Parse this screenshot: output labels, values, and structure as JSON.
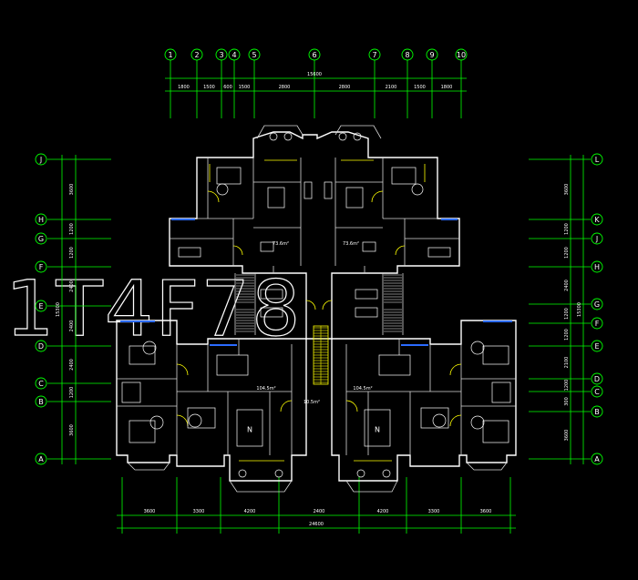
{
  "watermark": "1T4F78",
  "top_axes": {
    "labels": [
      "1",
      "2",
      "3",
      "4",
      "5",
      "6",
      "7",
      "8",
      "9",
      "10"
    ],
    "segments": [
      "1800",
      "1500",
      "600",
      "1500",
      "2800",
      "2800",
      "2100",
      "1500",
      "1800"
    ],
    "total": "15600"
  },
  "bottom_dims": {
    "segments": [
      "3600",
      "3300",
      "4200",
      "2400",
      "4200",
      "3300",
      "3600"
    ],
    "total": "24600"
  },
  "left_axes": {
    "labels": [
      "J",
      "H",
      "G",
      "F",
      "E",
      "D",
      "C",
      "B",
      "A"
    ],
    "segments": [
      "3600",
      "1200",
      "1200",
      "2400",
      "2400",
      "2400",
      "1200",
      "3600"
    ],
    "total": "15300"
  },
  "right_axes": {
    "labels": [
      "L",
      "K",
      "J",
      "H",
      "G",
      "F",
      "E",
      "D",
      "C",
      "B",
      "A"
    ],
    "segments": [
      "3600",
      "1200",
      "1200",
      "2400",
      "1200",
      "1200",
      "2100",
      "1200",
      "300",
      "3600"
    ],
    "total": "15300"
  },
  "areas": {
    "upper_left": "73.6m²",
    "upper_right": "73.6m²",
    "lower_left": "104.5m²",
    "lower_right": "104.5m²",
    "stair": "10.5m²"
  },
  "colors": {
    "background": "#000000",
    "walls": "#ffffff",
    "dimension_lines": "#00ff00",
    "doors": "#ffff00",
    "windows": "#2b6bff"
  }
}
